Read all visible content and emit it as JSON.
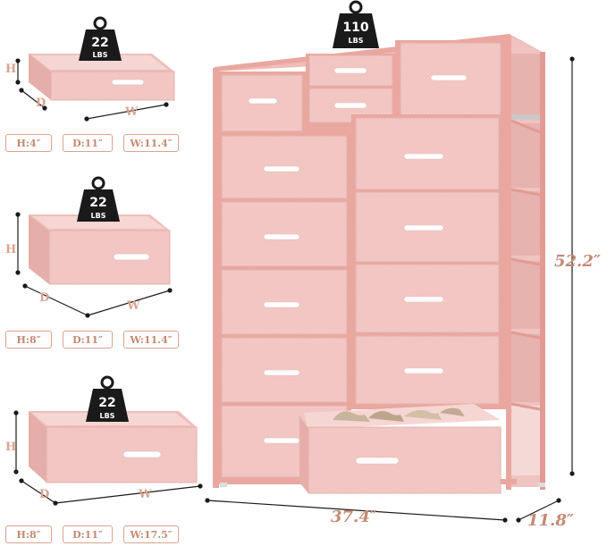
{
  "colors": {
    "drawer_pink": "#f3c9c6",
    "frame_rose": "#e9a7a0",
    "label_tan": "#d9a48f",
    "handle_white": "#ffffff",
    "weight_black": "#1a1a1a"
  },
  "icons": [
    "weight-icon"
  ],
  "dresser": {
    "top_weight_value": "110",
    "top_weight_unit": "LBS",
    "height": "52.2″",
    "width": "37.4″",
    "depth": "11.8″"
  },
  "small_drawer": {
    "weight_value": "22",
    "weight_unit": "LBS",
    "h_letter": "H",
    "d_letter": "D",
    "w_letter": "W",
    "h_dim": "H:4″",
    "d_dim": "D:11″",
    "w_dim": "W:11.4″"
  },
  "medium_drawer": {
    "weight_value": "22",
    "weight_unit": "LBS",
    "h_letter": "H",
    "d_letter": "D",
    "w_letter": "W",
    "h_dim": "H:8″",
    "d_dim": "D:11″",
    "w_dim": "W:11.4″"
  },
  "large_drawer": {
    "weight_value": "22",
    "weight_unit": "LBS",
    "h_letter": "H",
    "d_letter": "D",
    "w_letter": "W",
    "h_dim": "H:8″",
    "d_dim": "D:11″",
    "w_dim": "W:17.5″"
  }
}
